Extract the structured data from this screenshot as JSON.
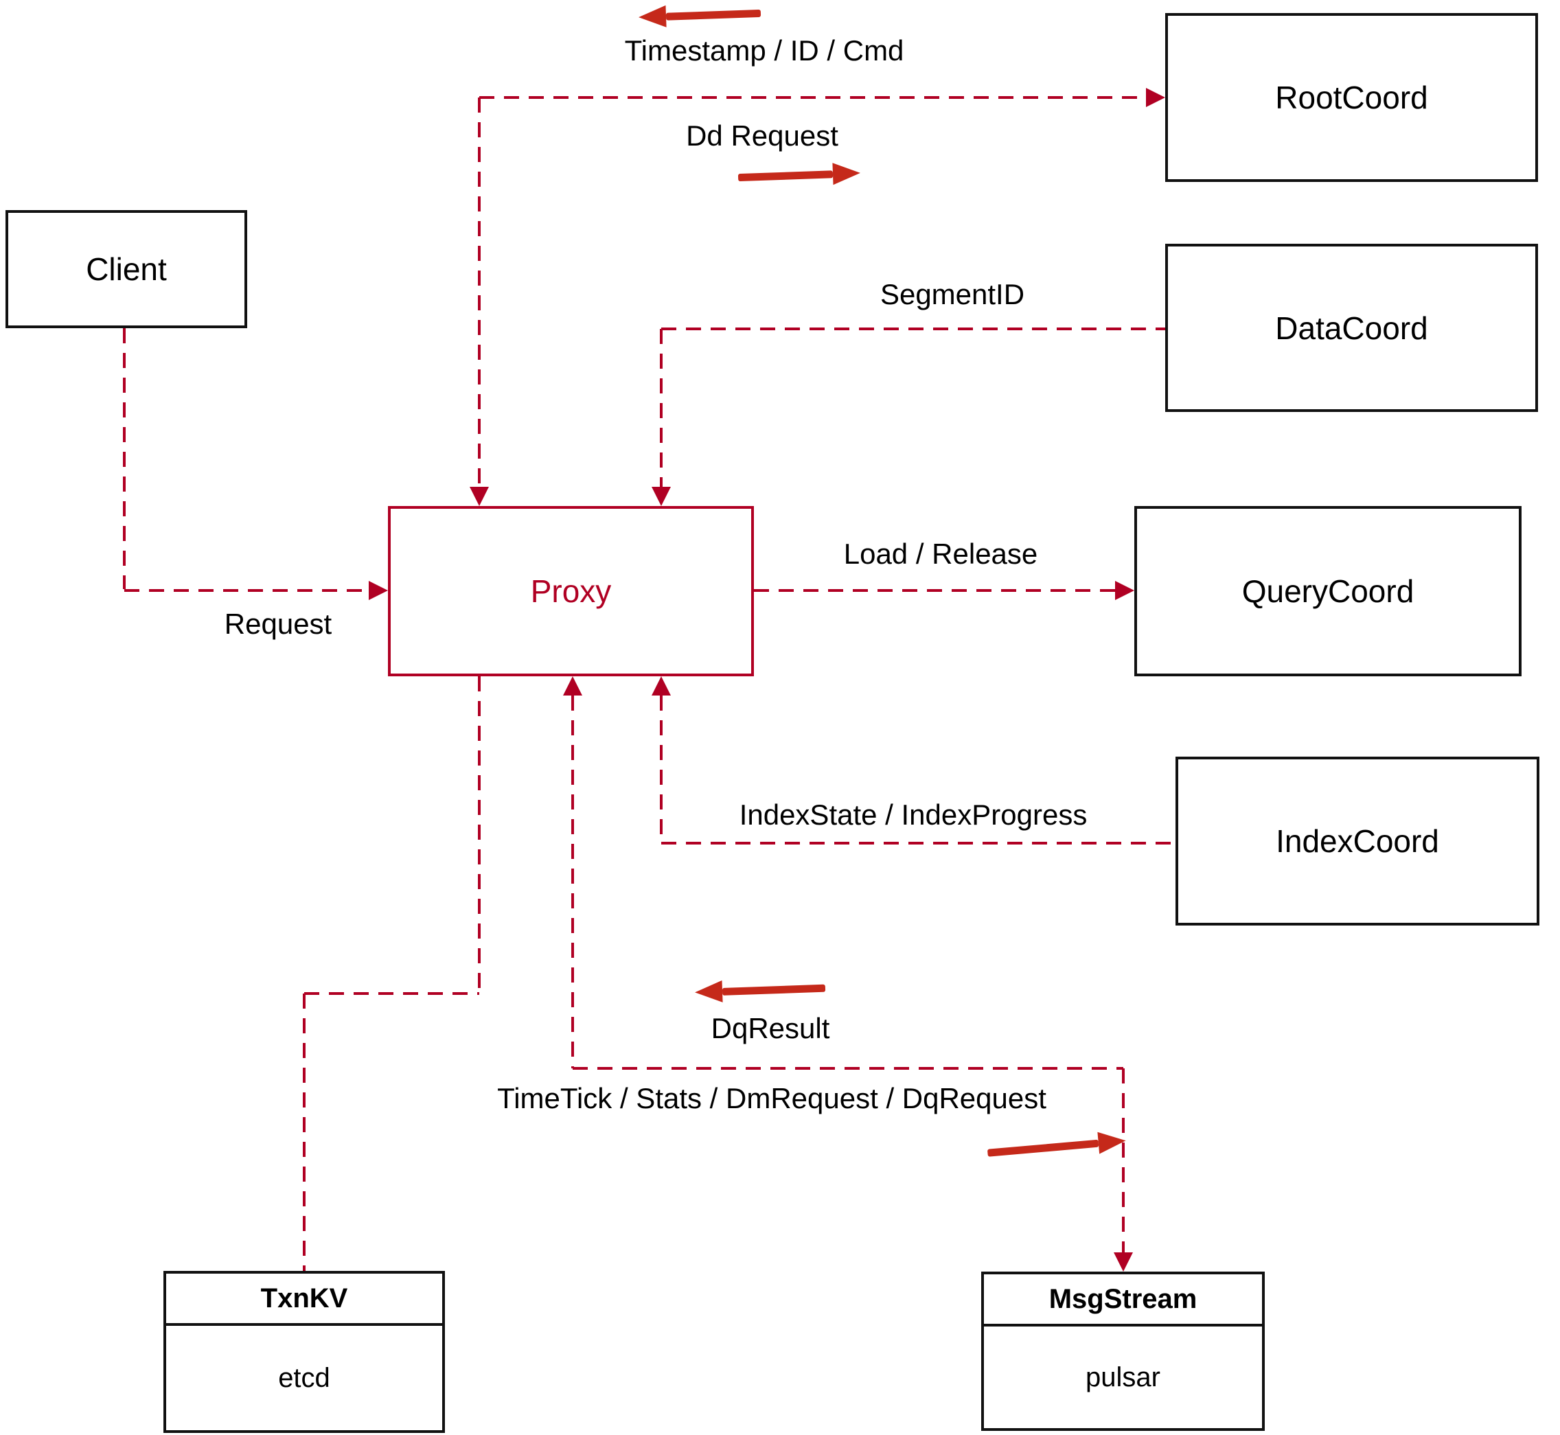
{
  "colors": {
    "line": "#b00023",
    "arrow": "#c5291a",
    "border": "#111111",
    "ink": "#000000",
    "bg": "#ffffff"
  },
  "nodes": {
    "client": {
      "label": "Client"
    },
    "proxy": {
      "label": "Proxy"
    },
    "root_coord": {
      "label": "RootCoord"
    },
    "data_coord": {
      "label": "DataCoord"
    },
    "query_coord": {
      "label": "QueryCoord"
    },
    "index_coord": {
      "label": "IndexCoord"
    },
    "txn_kv": {
      "title": "TxnKV",
      "implementation": "etcd"
    },
    "msg_stream": {
      "title": "MsgStream",
      "implementation": "pulsar"
    }
  },
  "edges": {
    "root_to_proxy_label": "Timestamp / ID / Cmd",
    "proxy_to_root_label": "Dd Request",
    "data_to_proxy_label": "SegmentID",
    "proxy_to_query_label": "Load / Release",
    "index_to_proxy_label": "IndexState / IndexProgress",
    "client_to_proxy_label": "Request",
    "msg_to_proxy_label": "DqResult",
    "proxy_to_msg_label": "TimeTick / Stats / DmRequest / DqRequest"
  }
}
